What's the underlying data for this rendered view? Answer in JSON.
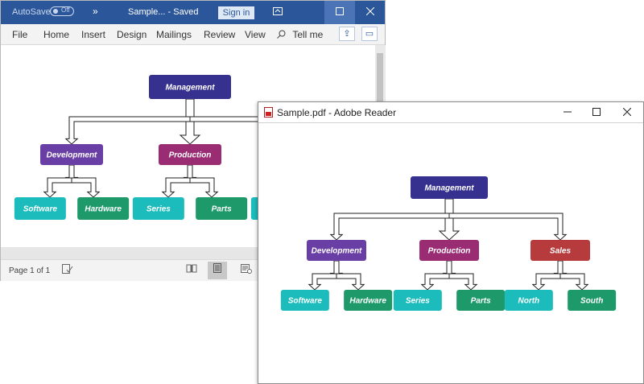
{
  "word": {
    "autosave_label": "AutoSave",
    "autosave_state": "Off",
    "qat_more": "»",
    "title": "Sample...  -  Saved",
    "signin_label": "Sign in",
    "menu": [
      "File",
      "Home",
      "Insert",
      "Design",
      "Mailings",
      "Review",
      "View"
    ],
    "tell_me": "Tell me",
    "status_page": "Page 1 of 1",
    "accent_color": "#2b579a"
  },
  "reader": {
    "title": "Sample.pdf - Adobe Reader"
  },
  "org_chart": {
    "root": {
      "label": "Management",
      "color": "#36318f"
    },
    "departments": [
      {
        "label": "Development",
        "color": "#693fa5",
        "children": [
          {
            "label": "Software",
            "color": "#1cbcbd"
          },
          {
            "label": "Hardware",
            "color": "#1e9a6a"
          }
        ]
      },
      {
        "label": "Production",
        "color": "#9a2c74",
        "children": [
          {
            "label": "Series",
            "color": "#1cbcbd"
          },
          {
            "label": "Parts",
            "color": "#1e9a6a"
          }
        ]
      },
      {
        "label": "Sales",
        "color": "#b73a3c",
        "children": [
          {
            "label": "North",
            "color": "#1cbcbd"
          },
          {
            "label": "South",
            "color": "#1e9a6a"
          }
        ]
      }
    ]
  }
}
